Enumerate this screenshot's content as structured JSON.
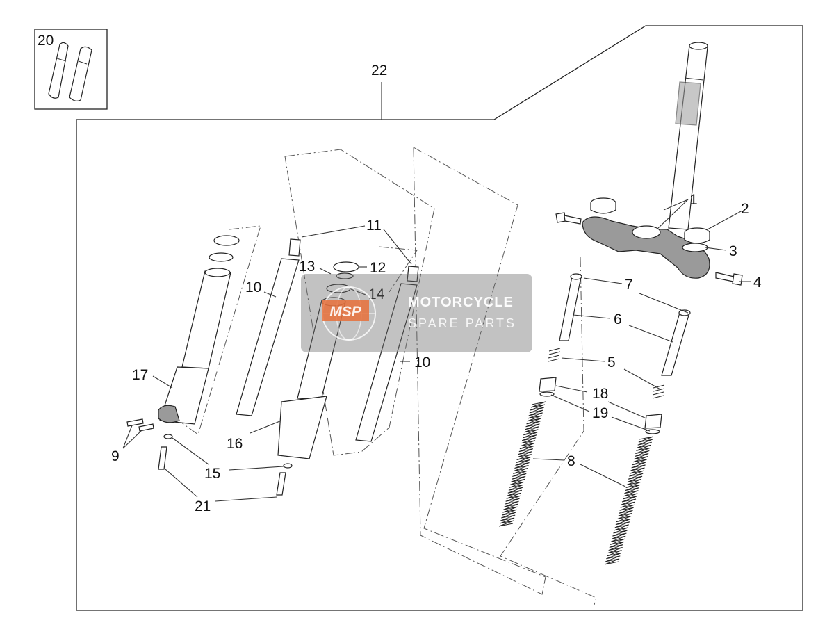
{
  "labels": {
    "l1": "1",
    "l2": "2",
    "l3": "3",
    "l4": "4",
    "l5": "5",
    "l6": "6",
    "l7": "7",
    "l8": "8",
    "l9": "9",
    "l10a": "10",
    "l10b": "10",
    "l11": "11",
    "l12": "12",
    "l13": "13",
    "l14": "14",
    "l15": "15",
    "l16": "16",
    "l17": "17",
    "l18": "18",
    "l19": "19",
    "l20": "20",
    "l21": "21",
    "l22": "22"
  },
  "watermark": {
    "logo_text": "MSP",
    "line1": "MOTORCYCLE",
    "line2": "SPARE PARTS"
  },
  "colors": {
    "line": "#222222",
    "watermark_bg": "#6e6e6e",
    "watermark_logo": "#e8703a"
  }
}
